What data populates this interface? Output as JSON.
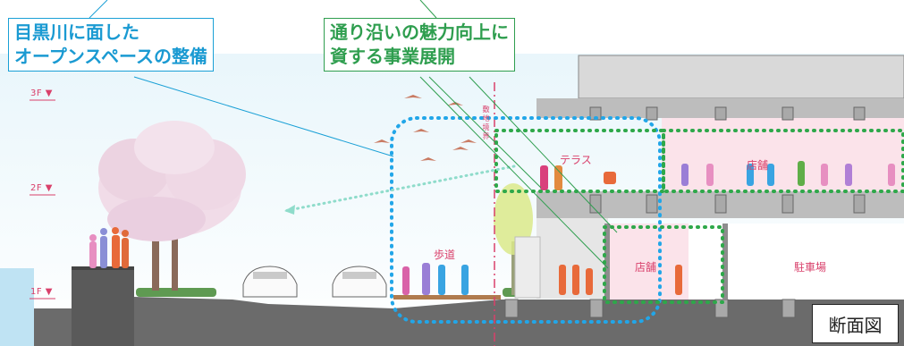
{
  "callouts": {
    "left": {
      "line1": "目黒川に面した",
      "line2": "オープンスペースの整備"
    },
    "right": {
      "line1": "通り沿いの魅力向上に",
      "line2": "資する事業展開"
    }
  },
  "floors": {
    "f3": "3F",
    "f2": "2F",
    "f1": "1F"
  },
  "labels": {
    "terrace": "テラス",
    "shop_upper": "店舗",
    "sidewalk": "歩道",
    "shop_lower": "店舗",
    "parking": "駐車場",
    "boundary": "敷地境界",
    "section": "断面図"
  },
  "colors": {
    "water": "#bfe3f3",
    "ground": "#666666",
    "building": "#d6d6d6",
    "shop_fill": "#fbe3ea",
    "callout_blue": "#1a9ad2",
    "callout_green": "#2f9e4f",
    "dotted_blue": "#22a6e8",
    "dotted_green": "#2ea84a",
    "pink": "#d9406b"
  }
}
